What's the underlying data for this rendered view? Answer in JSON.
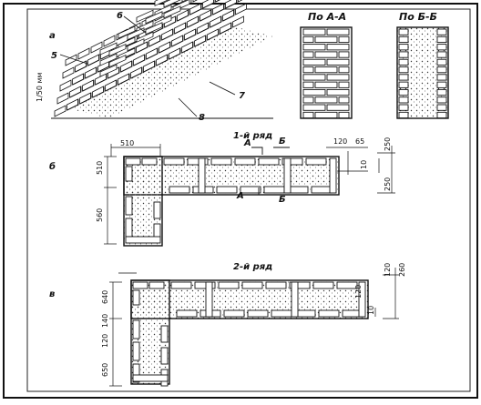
{
  "figure": {
    "panel_labels": {
      "a": "а",
      "b": "б",
      "c": "в"
    },
    "leaders": {
      "n6": "6",
      "n5": "5",
      "n7": "7",
      "n8": "8",
      "scale": "1/50 мм"
    },
    "sections": {
      "aa": "По А-А",
      "bb": "По Б-Б"
    },
    "row1": {
      "title": "1-й ряд",
      "dims": {
        "d510a": "510",
        "d510b": "510",
        "d560": "560",
        "d120": "120",
        "d65": "65",
        "d250a": "250",
        "d250b": "250",
        "d10": "10"
      },
      "cuts": {
        "a_top": "А",
        "a_bot": "А",
        "b_top": "Б",
        "b_bot": "Б"
      }
    },
    "row2": {
      "title": "2-й ряд",
      "dims": {
        "d120a": "120",
        "d260": "260",
        "d640": "640",
        "d140": "140",
        "d120b": "120",
        "d650": "650",
        "d10": "10",
        "d120c": "120"
      }
    }
  }
}
